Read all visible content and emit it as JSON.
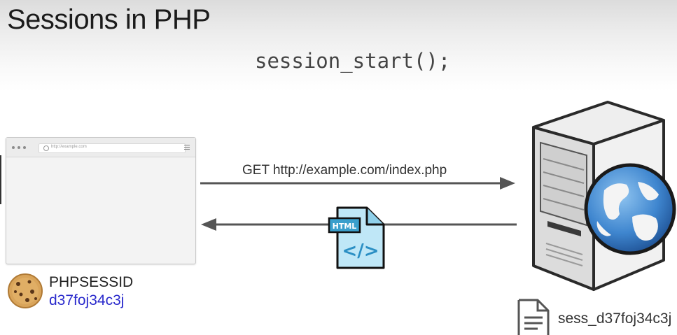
{
  "slide": {
    "title": "Sessions in PHP",
    "code": "session_start();"
  },
  "browser": {
    "url": "http://example.com",
    "dots": [
      "dot",
      "dot",
      "dot"
    ]
  },
  "request": {
    "label": "GET http://example.com/index.php"
  },
  "response": {
    "badge": "HTML",
    "glyph": "</>"
  },
  "cookie": {
    "icon": "cookie-icon",
    "name": "PHPSESSID",
    "value": "d37foj34c3j"
  },
  "server": {
    "icon": "server-icon",
    "globe": "globe-icon",
    "session_file": "sess_d37foj34c3j",
    "file_icon": "document-icon"
  },
  "colors": {
    "arrow": "#555555",
    "cookie_value": "#2a2acc",
    "file_blue": "#bfe7f7"
  }
}
